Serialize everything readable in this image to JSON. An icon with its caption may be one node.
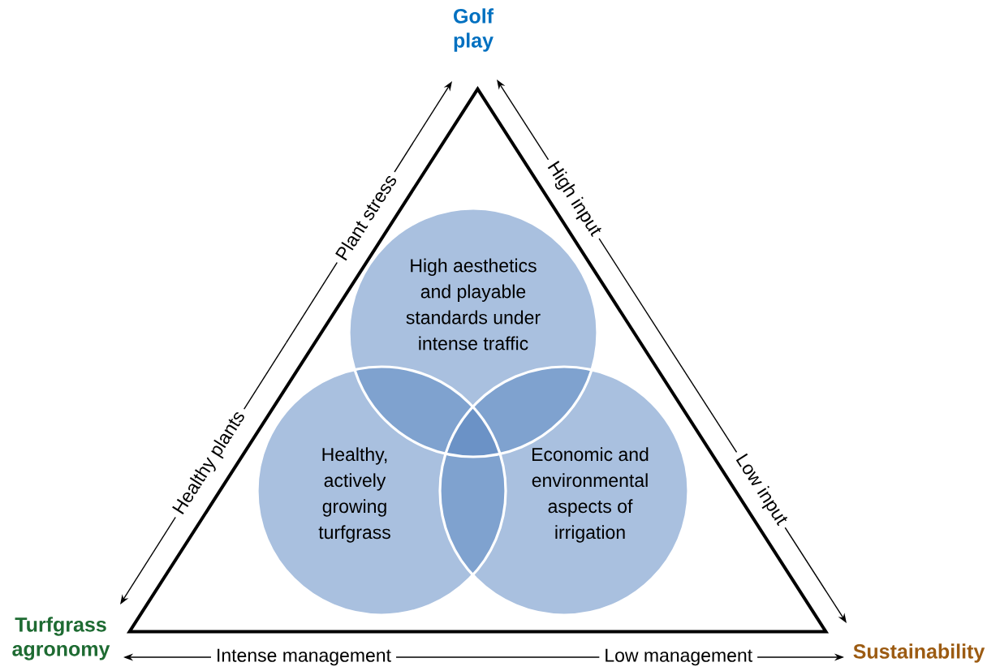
{
  "diagram": {
    "nodes": [
      {
        "text": [
          "Golf play"
        ]
      },
      {
        "text": [],
        "shape": "triangle"
      },
      {
        "text": [
          "High aesthetics and playable standards under intense traffic"
        ],
        "in": 1
      },
      {
        "text": [
          "Healthy, actively growing turfgrass"
        ],
        "in": 1
      },
      {
        "text": [
          "Economic and environmental aspects of irrigation"
        ],
        "in": 1
      },
      {
        "text": [
          "Turfgrass agronomy"
        ]
      },
      {
        "text": [
          "Sustainability"
        ]
      }
    ],
    "edges": [
      {
        "from": null,
        "to": 0,
        "arrow": "to",
        "label": "Plant stress"
      },
      {
        "from": null,
        "to": 5,
        "arrow": "to",
        "label": "Healthy plants"
      },
      {
        "from": null,
        "to": 0,
        "arrow": "to",
        "label": "High input"
      },
      {
        "from": null,
        "to": 6,
        "arrow": "to",
        "label": "Low input"
      },
      {
        "from": null,
        "to": 5,
        "arrow": "to",
        "label": "Intense management"
      },
      {
        "from": null,
        "to": 6,
        "arrow": "to",
        "label": "Low management"
      }
    ]
  }
}
